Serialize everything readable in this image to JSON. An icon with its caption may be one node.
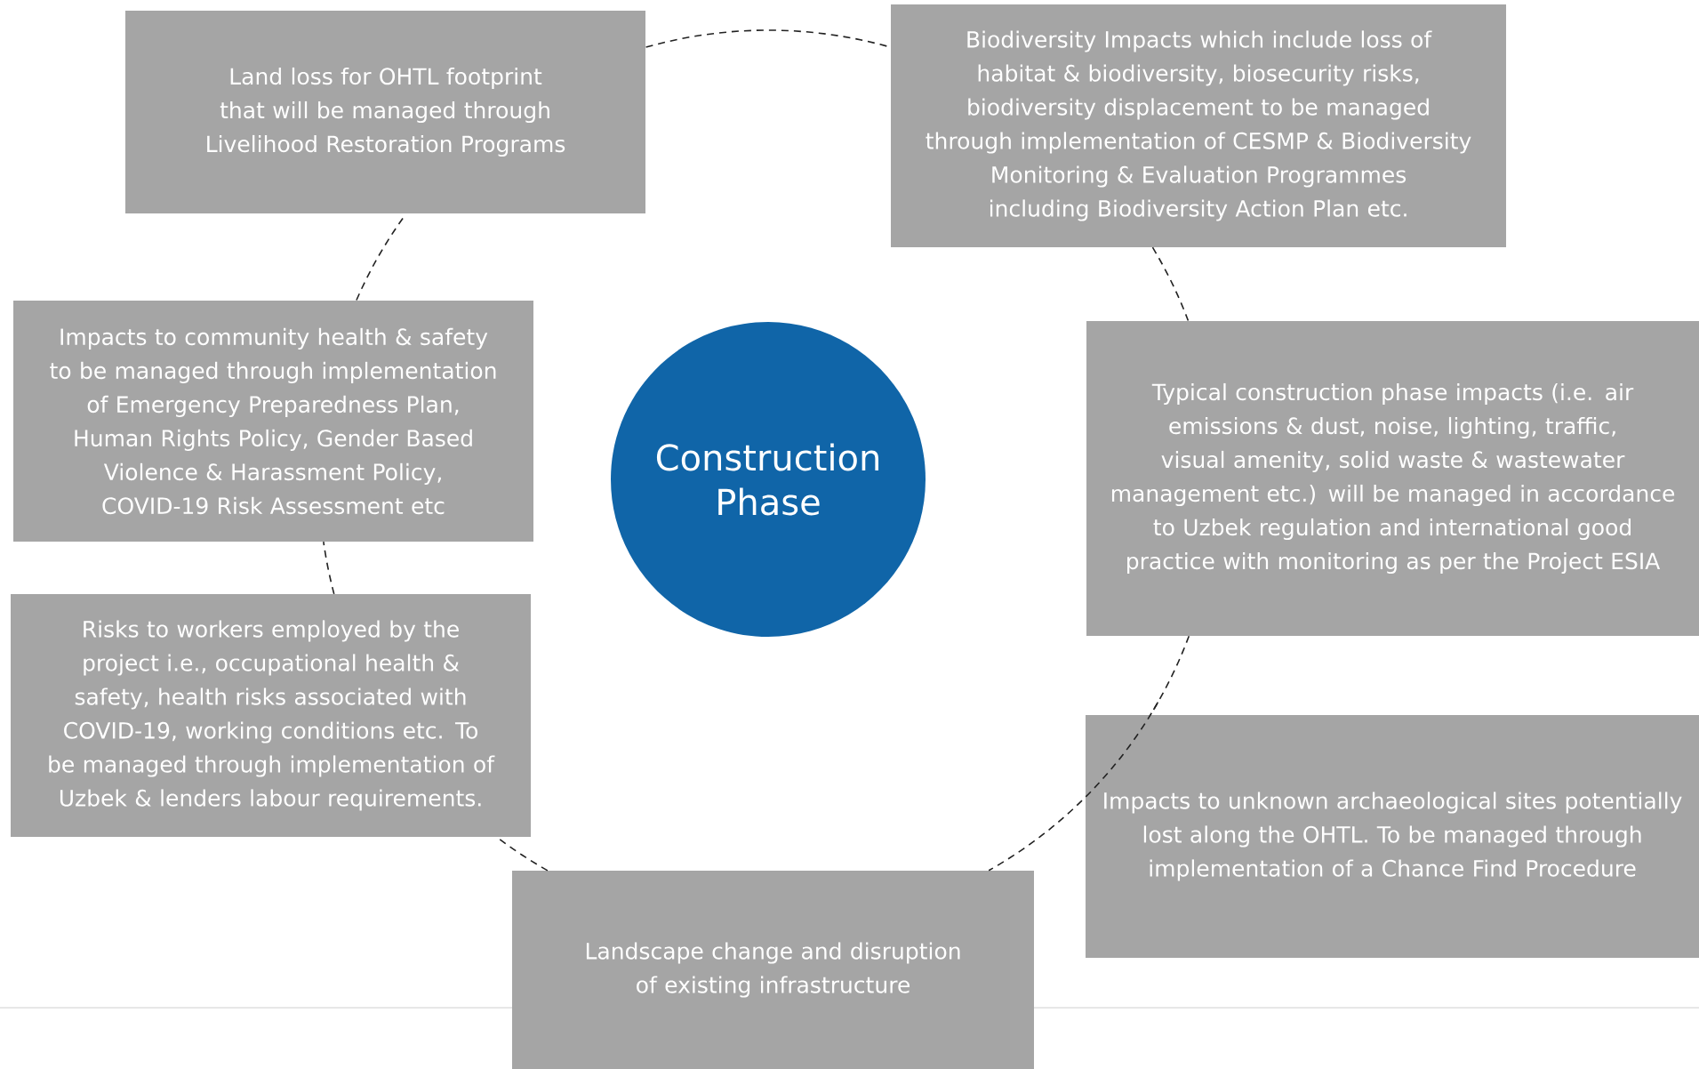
{
  "diagram": {
    "nodes": [
      {
        "text": [
          "Land loss for OHTL footprint that will be managed through Livelihood Restoration Programs"
        ]
      },
      {
        "text": [
          "Biodiversity Impacts which include loss of habitat & biodiversity, biosecurity risks, biodiversity displacement to be managed through implementation of CESMP & Biodiversity Monitoring & Evaluation Programmes including Biodiversity Action Plan etc."
        ]
      },
      {
        "text": [
          "Impacts to community health & safety to be managed through implementation of Emergency Preparedness Plan, Human Rights Policy, Gender Based Violence & Harassment Policy, COVID-19 Risk Assessment etc"
        ]
      },
      {
        "text": [
          "Construction Phase"
        ]
      },
      {
        "text": [
          "Typical construction phase impacts (i.e. air emissions & dust, noise, lighting, traffic, visual amenity, solid waste & wastewater management etc.) will be managed in accordance to Uzbek regulation and international good practice with monitoring as per the Project ESIA"
        ]
      },
      {
        "text": [
          "Risks to workers employed by the project i.e., occupational health & safety, health risks associated with COVID-19, working conditions etc. To be managed through implementation of Uzbek & lenders labour requirements."
        ]
      },
      {
        "text": [
          "Impacts to unknown archaeological sites potentially lost along the OHTL. To be managed through implementation of a Chance Find Procedure"
        ]
      },
      {
        "text": [
          "Landscape change and disruption of existing infrastructure"
        ]
      }
    ],
    "edges": [
      {
        "from": 0,
        "to": 1,
        "arrow": "none",
        "style": "dashed"
      },
      {
        "from": 1,
        "to": 4,
        "arrow": "none",
        "style": "dashed"
      },
      {
        "from": 4,
        "to": 6,
        "arrow": "none",
        "style": "dashed"
      },
      {
        "from": 6,
        "to": 7,
        "arrow": "none",
        "style": "dashed"
      },
      {
        "from": 7,
        "to": 5,
        "arrow": "none",
        "style": "dashed"
      },
      {
        "from": 5,
        "to": 2,
        "arrow": "none",
        "style": "dashed"
      },
      {
        "from": 2,
        "to": 0,
        "arrow": "none",
        "style": "dashed"
      }
    ]
  }
}
